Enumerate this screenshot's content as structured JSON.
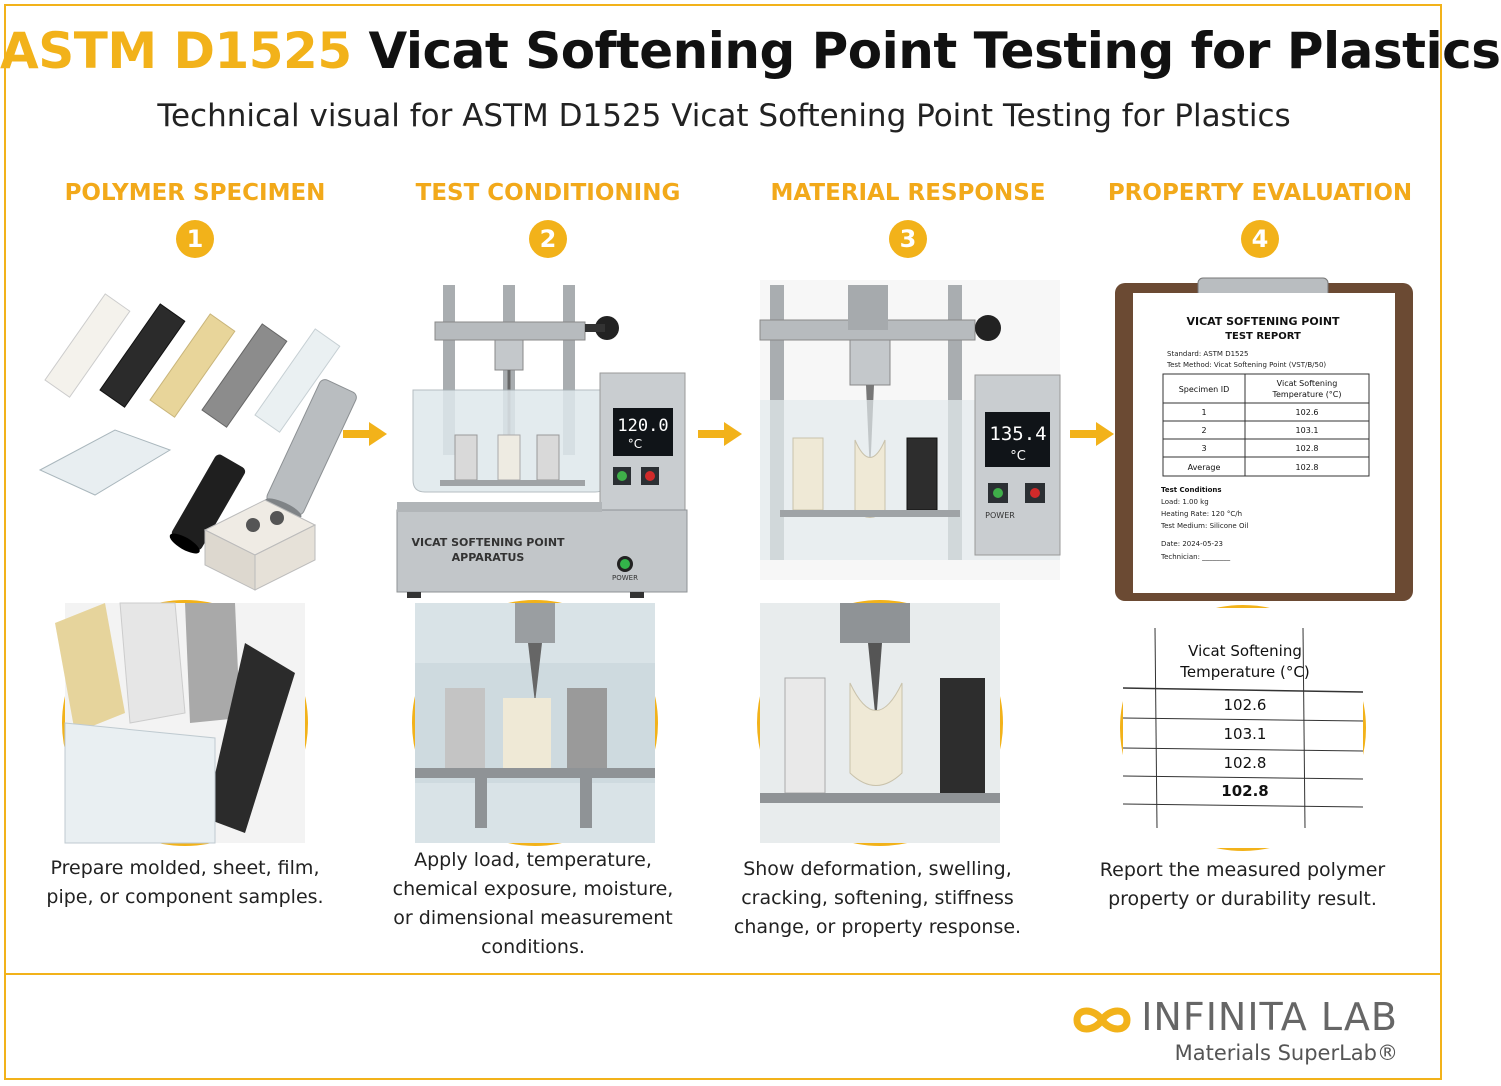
{
  "header": {
    "title_accent": "ASTM D1525",
    "title_rest": " Vicat Softening Point Testing for Plastics",
    "subtitle": "Technical visual for ASTM D1525 Vicat Softening Point Testing for Plastics"
  },
  "steps": [
    {
      "number": "1",
      "title": "POLYMER SPECIMEN",
      "caption": [
        "Prepare molded, sheet, film,",
        "pipe, or component samples."
      ]
    },
    {
      "number": "2",
      "title": "TEST CONDITIONING",
      "caption": [
        "Apply load, temperature,",
        "chemical exposure, moisture,",
        "or dimensional measurement",
        "conditions."
      ]
    },
    {
      "number": "3",
      "title": "MATERIAL RESPONSE",
      "caption": [
        "Show deformation, swelling,",
        "cracking, softening, stiffness",
        "change, or property response."
      ]
    },
    {
      "number": "4",
      "title": "PROPERTY EVALUATION",
      "caption": [
        "Report the measured polymer",
        "property or durability result."
      ]
    }
  ],
  "apparatus": {
    "display_1": "120.0",
    "display_2": "135.4",
    "unit": "°C",
    "label_line1": "VICAT SOFTENING POINT",
    "label_line2": "APPARATUS",
    "power": "POWER"
  },
  "report": {
    "title_line1": "VICAT SOFTENING POINT",
    "title_line2": "TEST REPORT",
    "standard": "Standard:  ASTM D1525",
    "method": "Test Method:  Vicat Softening Point (VST/B/50)",
    "col1": "Specimen ID",
    "col2_line1": "Vicat Softening",
    "col2_line2": "Temperature (°C)",
    "rows": [
      [
        "1",
        "102.6"
      ],
      [
        "2",
        "103.1"
      ],
      [
        "3",
        "102.8"
      ],
      [
        "Average",
        "102.8"
      ]
    ],
    "conditions_title": "Test Conditions",
    "load": "Load:  1.00 kg",
    "rate": "Heating Rate:  120 °C/h",
    "medium": "Test Medium:  Silicone Oil",
    "date": "Date:  2024-05-23",
    "technician": "Technician: ________"
  },
  "zoom_table": {
    "header_line1": "Vicat Softening",
    "header_line2": "Temperature (°C)",
    "values": [
      "102.6",
      "103.1",
      "102.8",
      "102.8"
    ]
  },
  "logo": {
    "name": "INFINITA LAB",
    "tagline": "Materials SuperLab®"
  },
  "colors": {
    "accent": "#f2b21a"
  }
}
